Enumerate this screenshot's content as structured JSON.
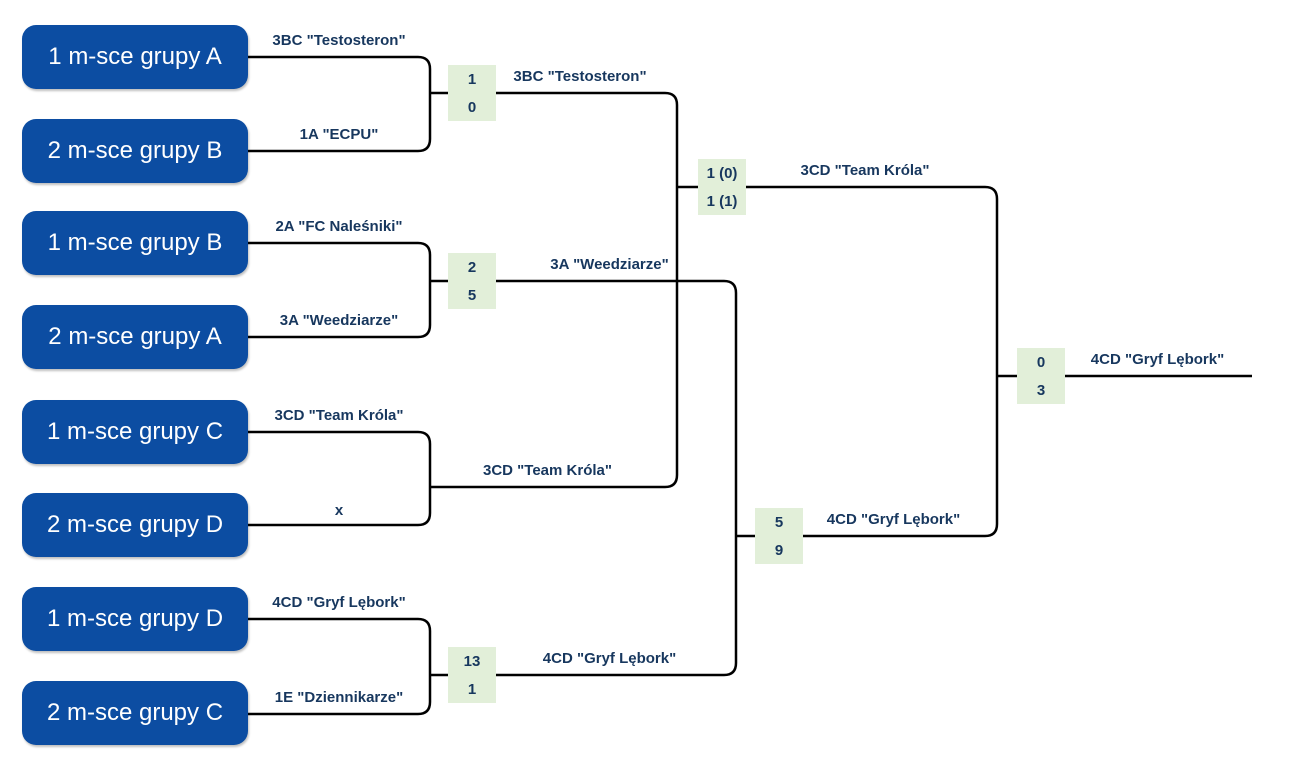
{
  "colors": {
    "box_blue": "#0c4da2",
    "label_navy": "#17375e",
    "score_green": "#e2efd9",
    "line_black": "#000000"
  },
  "entrants": [
    {
      "label": "1 m-sce grupy A"
    },
    {
      "label": "2 m-sce grupy B"
    },
    {
      "label": "1 m-sce grupy B"
    },
    {
      "label": "2 m-sce grupy A"
    },
    {
      "label": "1 m-sce grupy C"
    },
    {
      "label": "2 m-sce grupy D"
    },
    {
      "label": "1 m-sce grupy D"
    },
    {
      "label": "2 m-sce grupy C"
    }
  ],
  "quarterfinals": [
    {
      "team_top": "3BC \"Testosteron\"",
      "team_bottom": "1A \"ECPU\"",
      "score_top": "1",
      "score_bottom": "0",
      "winner": "3BC \"Testosteron\""
    },
    {
      "team_top": "2A \"FC Naleśniki\"",
      "team_bottom": "3A \"Weedziarze\"",
      "score_top": "2",
      "score_bottom": "5",
      "winner": "3A \"Weedziarze\""
    },
    {
      "team_top": "3CD \"Team Króla\"",
      "team_bottom": "x",
      "winner": "3CD \"Team Króla\""
    },
    {
      "team_top": "4CD \"Gryf Lębork\"",
      "team_bottom": "1E \"Dziennikarze\"",
      "score_top": "13",
      "score_bottom": "1",
      "winner": "4CD \"Gryf Lębork\""
    }
  ],
  "semifinals": [
    {
      "score_top": "1 (0)",
      "score_bottom": "1 (1)",
      "winner": "3CD \"Team Króla\""
    },
    {
      "score_top": "5",
      "score_bottom": "9",
      "winner": "4CD \"Gryf Lębork\""
    }
  ],
  "final": {
    "score_top": "0",
    "score_bottom": "3",
    "winner": "4CD \"Gryf Lębork\""
  }
}
